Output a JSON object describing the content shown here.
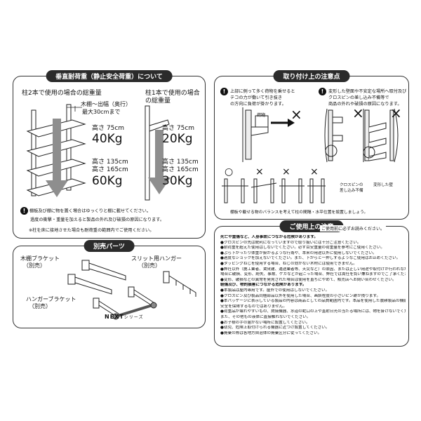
{
  "load_panel": {
    "title": "垂直耐荷重（静止安全荷重）について",
    "two_post_heading": "柱2本で使用の場合の総重量",
    "depth_note_line1": "木棚～出幅（奥行）",
    "depth_note_line2": "最大30cmまで",
    "one_post_heading_line1": "柱1本で使用の場合",
    "one_post_heading_line2": "の総重量",
    "two_h75_label": "高さ 75cm",
    "two_h75_value": "40Kg",
    "two_h135_label": "高さ 135cm",
    "two_h165_label": "高さ 165cm",
    "two_h135_value": "60Kg",
    "one_h75_label": "高さ 75cm",
    "one_h75_value": "20Kg",
    "one_h135_label": "高さ 135cm",
    "one_h165_label": "高さ 165cm",
    "one_h135_value": "30Kg",
    "warning_line1": "棚板及び棚に物を置く場合はゆっくりと棚に載せてください。",
    "warning_line2": "過度の衝撃・重量を加えると製品の外れ及び破損の原因になります。",
    "footnote": "※柱を床に接地させた場合も耐荷重の範囲内でご使用ください。",
    "warning_icon": "!"
  },
  "mount_panel": {
    "title": "取り付け上の注意点",
    "note1_line1": "上部に側って多く荷物を乗せると",
    "note1_line2": "テコの力が働いて引き抜き",
    "note1_line3": "の方向に負荷が掛かります。",
    "load_label": "荷物",
    "note2_line1": "変形した壁面や不安定な場所へ取付及び",
    "note2_line2": "クロスピンの差し込み不備等で",
    "note2_line3": "商品の外れや破損の原因になります。",
    "ok_mark": "○",
    "ng_mark": "×",
    "pin_caption_line1": "クロスピンの",
    "pin_caption_line2": "差し込み不備",
    "wall_caption": "変形した壁",
    "balance_note": "棚板や載せる物のバランスを考えて柱の間隔・水平位置を設置しましょう。",
    "warning_icon": "!"
  },
  "parts_panel": {
    "title": "別売パーツ",
    "wood_bracket_line1": "木棚ブラケット",
    "wood_bracket_line2": "（別売）",
    "slit_hanger_line1": "スリット用ハンガー",
    "slit_hanger_line2": "（別売）",
    "hanger_bracket_line1": "ハンガーブラケット",
    "hanger_bracket_line2": "（別売）",
    "series_logo": "NEXT",
    "series_suffix": "シリーズ"
  },
  "usage_panel": {
    "title": "ご使用上の注意",
    "title_note": "ご使用前に必ずお読みください。",
    "items": [
      {
        "text": "死亡や重傷など、人身事故につながる危険があります。",
        "bold": true
      },
      {
        "text": "●クロスピンの先は鋭利になっていますので取り扱いには十分ご注意ください。",
        "bold": false
      },
      {
        "text": "●耐荷重を超えた使用はしないでください。必ず目安重量の荷重量を参考にご使用ください。",
        "bold": false
      },
      {
        "text": "●ぶら下がったり体重が掛かるような行為や、本来の用途以外に使用しないでください。",
        "bold": false
      },
      {
        "text": "●過度なショックを加えないでください。また、下からと一押しするようなご使用はお止めください。",
        "bold": false
      },
      {
        "text": "●タッピングねじを使用する場合、ねじの効かない木材には使用できません。",
        "bold": false
      },
      {
        "text": "●弊社以外（施工業者、賃貸建、運送業者等、天災など）の原因、または正しい用途や取付けが行われなかった",
        "bold": false
      },
      {
        "text": "場合に破損、変形、紛失、事故、ケガなどが起こった場合、弊社では責任を負い兼ねますのでご了承ください。",
        "bold": false
      },
      {
        "text": "●変形、破損などの異常を発見された場合は使用を直ちにやめて、販売店へお問い合わせください。",
        "bold": false
      },
      {
        "text": "軽傷及び、物的損害につながる危険があります。",
        "bold": true
      },
      {
        "text": "●本製品は屋内専用です。屋外での使用はしないでください。",
        "bold": false
      },
      {
        "text": "●クロスピン及び製品同梱部品以外を使用した場合、画鋲程度の小さいピン跡が残ります。",
        "bold": false
      },
      {
        "text": "●本パッケージに表示している製品の内容は商品としての品質範囲内です。本品を使用した農耕製品の機能・性能・",
        "bold": false
      },
      {
        "text": "安全を保障するものではありません。",
        "bold": false
      },
      {
        "text": "●荷重品が壊れやすいもの、燃焼機器、水道の蛇口の上や直射日光の当たる場所には、物を掛けないでください。",
        "bold": false
      },
      {
        "text": "また、その他もの液体に直接触れないでください。",
        "bold": false
      },
      {
        "text": "●お子様の手の届かない場所に設置してください。",
        "bold": false
      },
      {
        "text": "●幼児、危険上取付けられる機器に近づけ設置してください。",
        "bold": false
      },
      {
        "text": "●廃棄の際は各地方自治体の廃棄区分に従ってください。",
        "bold": false
      }
    ]
  }
}
